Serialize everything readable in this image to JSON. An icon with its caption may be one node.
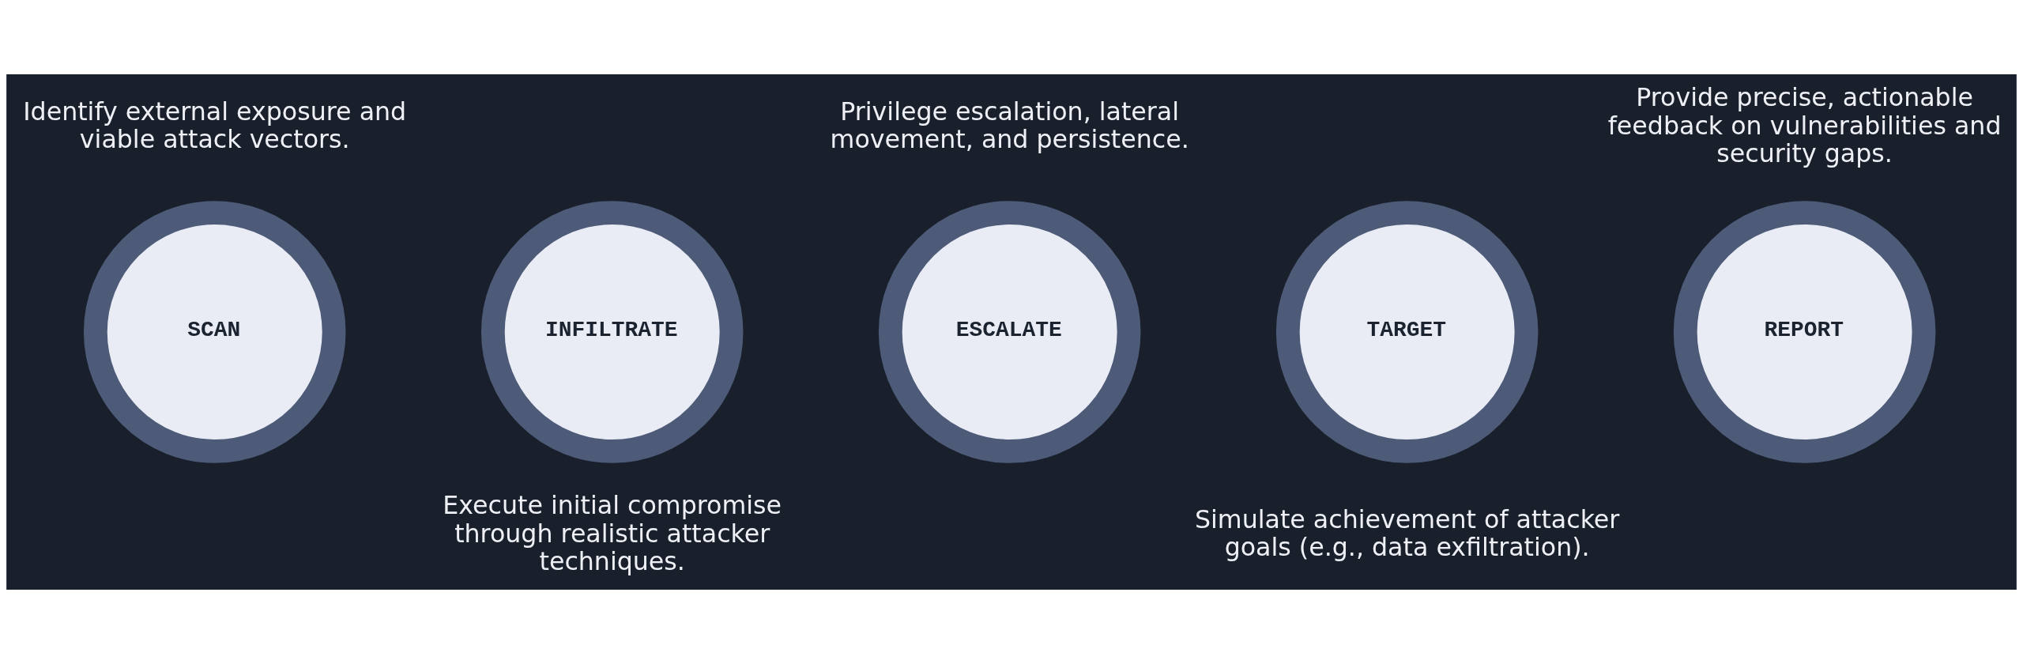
{
  "diagram": {
    "nodes": [
      {
        "text": [
          "SCAN"
        ],
        "beside": [
          "Identify external exposure and viable attack vectors."
        ]
      },
      {
        "text": [
          "INFILTRATE"
        ],
        "beside": [
          "Execute initial compromise through realistic attacker techniques."
        ]
      },
      {
        "text": [
          "ESCALATE"
        ],
        "beside": [
          "Privilege escalation, lateral movement, and persistence."
        ]
      },
      {
        "text": [
          "TARGET"
        ],
        "beside": [
          "Simulate achievement of attacker goals (e.g., data exfiltration)."
        ]
      },
      {
        "text": [
          "REPORT"
        ],
        "beside": [
          "Provide precise, actionable feedback on vulnerabilities and security gaps."
        ]
      }
    ]
  }
}
